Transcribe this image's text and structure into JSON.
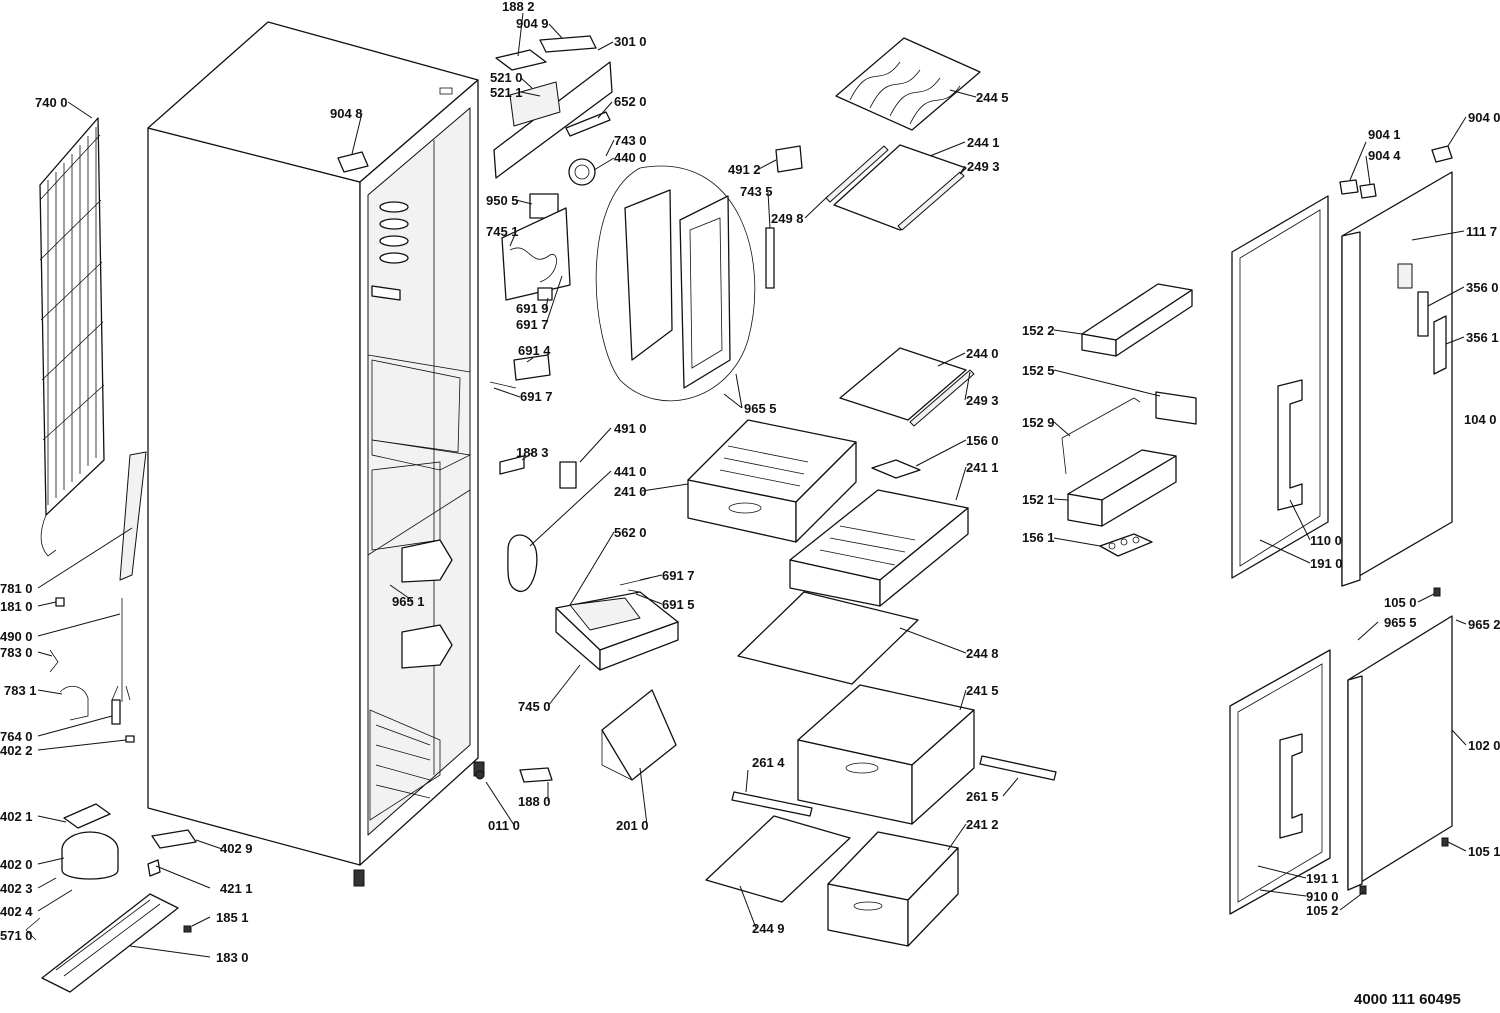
{
  "document_number": "4000 111 60495",
  "labels": {
    "p1882": "188 2",
    "p9049": "904 9",
    "p3010": "301 0",
    "p5210": "521 0",
    "p5211": "521 1",
    "p6520": "652 0",
    "p9048": "904 8",
    "p7400": "740 0",
    "p7430": "743 0",
    "p4400": "440 0",
    "p4912": "491 2",
    "p7435": "743 5",
    "p9505": "950 5",
    "p7451": "745 1",
    "p6919": "691 9",
    "p6917a": "691 7",
    "p6914": "691 4",
    "p6917b": "691 7",
    "p9655a": "965 5",
    "p2445": "244 5",
    "p2441": "244 1",
    "p2493a": "249 3",
    "p2498": "249 8",
    "p2440": "244 0",
    "p2493b": "249 3",
    "p1560": "156 0",
    "p2411": "241 1",
    "p2410": "241 0",
    "p4910": "491 0",
    "p1883": "188 3",
    "p4410": "441 0",
    "p5620": "562 0",
    "p6917c": "691 7",
    "p6915": "691 5",
    "p9651": "965 1",
    "p7450": "745 0",
    "p2448": "244 8",
    "p2415": "241 5",
    "p2614": "261 4",
    "p2615": "261 5",
    "p1880": "188 0",
    "p0110": "011 0",
    "p2010": "201 0",
    "p2412": "241 2",
    "p2449": "244 9",
    "p7810": "781 0",
    "p1810": "181 0",
    "p4900": "490 0",
    "p7830": "783 0",
    "p7831": "783 1",
    "p7640": "764 0",
    "p4022": "402 2",
    "p4021": "402 1",
    "p4020": "402 0",
    "p4023": "402 3",
    "p4024": "402 4",
    "p5710": "571 0",
    "p4029": "402 9",
    "p4211": "421 1",
    "p1851": "185 1",
    "p1830": "183 0",
    "p1522": "152 2",
    "p1525": "152 5",
    "p1529": "152 9",
    "p1521": "152 1",
    "p1561": "156 1",
    "p9041": "904 1",
    "p9044": "904 4",
    "p9040": "904 0",
    "p1117": "111 7",
    "p3560": "356 0",
    "p3561": "356 1",
    "p1040": "104 0",
    "p1100": "110 0",
    "p1910": "191 0",
    "p1050": "105 0",
    "p9655b": "965 5",
    "p9652": "965 2",
    "p1020": "102 0",
    "p1051": "105 1",
    "p1911": "191 1",
    "p9100": "910 0",
    "p1052": "105 2"
  }
}
